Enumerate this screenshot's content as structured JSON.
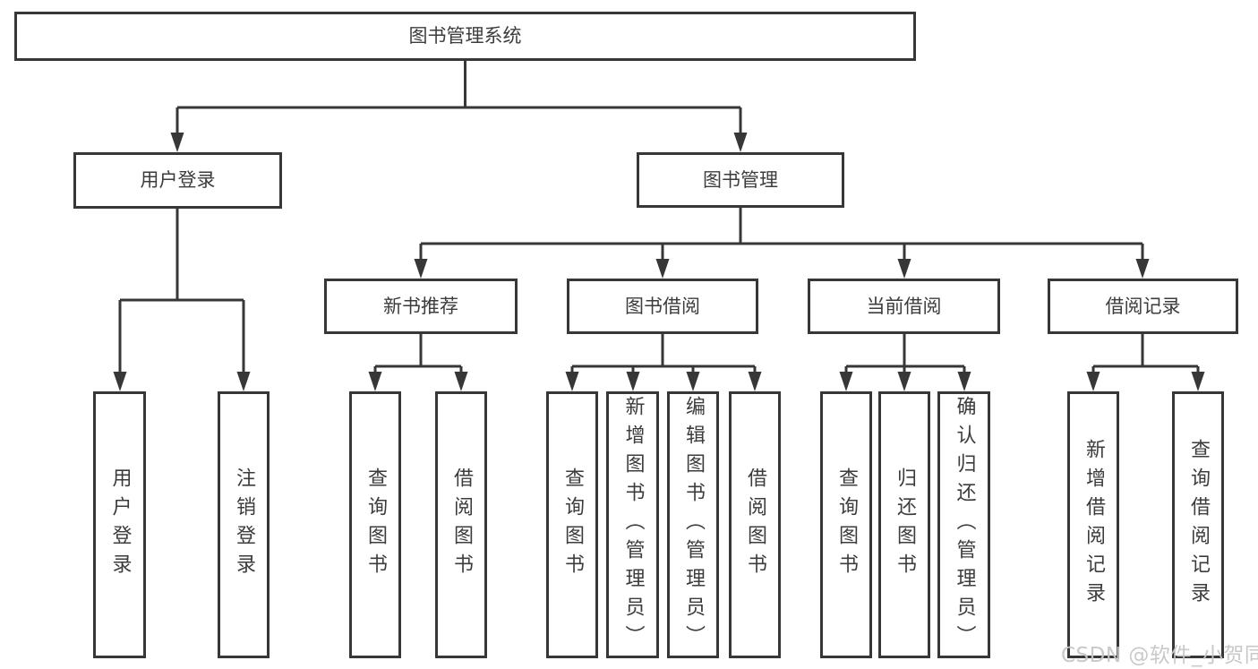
{
  "tree": {
    "label": "图书管理系统",
    "children": [
      {
        "label": "用户登录",
        "children": [
          {
            "label": "用户登录"
          },
          {
            "label": "注销登录"
          }
        ]
      },
      {
        "label": "图书管理",
        "children": [
          {
            "label": "新书推荐",
            "children": [
              {
                "label": "查询图书"
              },
              {
                "label": "借阅图书"
              }
            ]
          },
          {
            "label": "图书借阅",
            "children": [
              {
                "label": "查询图书"
              },
              {
                "label": "新增图书（管理员）"
              },
              {
                "label": "编辑图书（管理员）"
              },
              {
                "label": "借阅图书"
              }
            ]
          },
          {
            "label": "当前借阅",
            "children": [
              {
                "label": "查询图书"
              },
              {
                "label": "归还图书"
              },
              {
                "label": "确认归还（管理员）"
              }
            ]
          },
          {
            "label": "借阅记录",
            "children": [
              {
                "label": "新增借阅记录"
              },
              {
                "label": "查询借阅记录"
              }
            ]
          }
        ]
      }
    ]
  },
  "watermark": {
    "text": "CSDN @软件_小贺同学"
  },
  "colors": {
    "line": "#373737",
    "text": "#3c3c3c",
    "watermark": "#c6c6c6",
    "background": "#ffffff"
  }
}
